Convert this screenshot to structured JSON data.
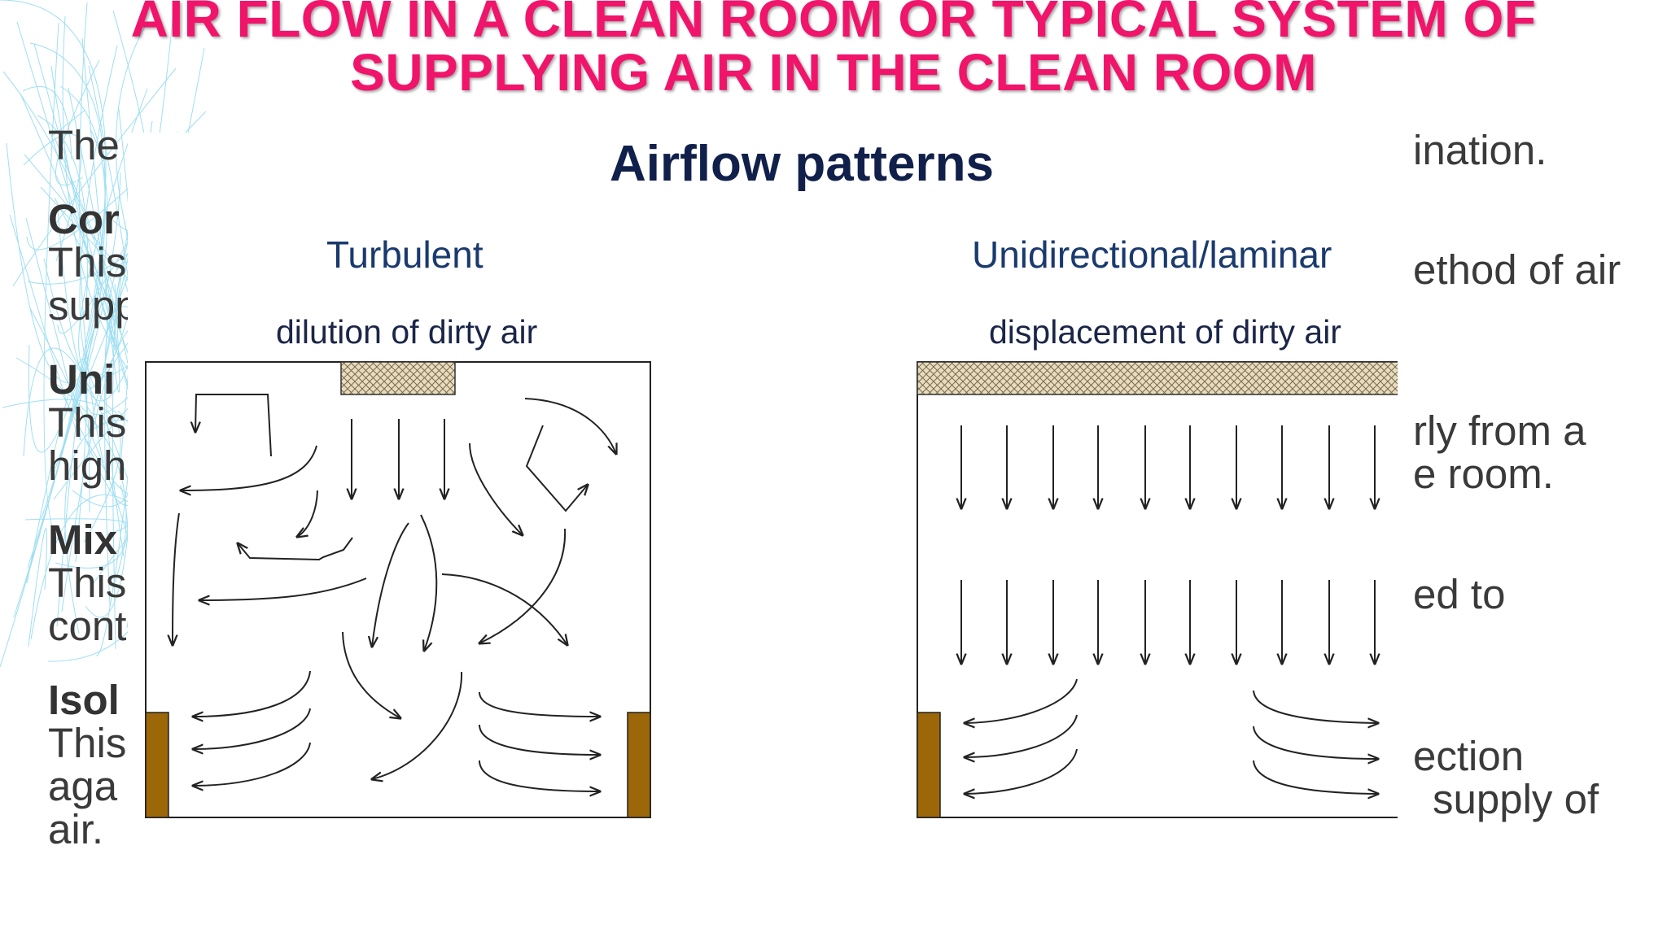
{
  "slide": {
    "title_line1": "AIR FLOW IN A CLEAN ROOM OR TYPICAL SYSTEM OF",
    "title_line2": "SUPPLYING AIR IN THE CLEAN ROOM",
    "colors": {
      "title": "#f0156a",
      "body_text": "#3a3a3a",
      "cyan_lines": "#7fd4ee"
    }
  },
  "body": {
    "p1": "The",
    "p2_head": "Cor",
    "p2_l1": "This",
    "p2_l2": "supp",
    "p3_head": "Uni",
    "p3_l1": "This",
    "p3_l2": "high",
    "p4_head": "Mix",
    "p4_l1": "This",
    "p4_l2": "cont",
    "p5_head": "Isol",
    "p5_l1": "This",
    "p5_l2": "aga",
    "p5_l3": "air.",
    "right": {
      "r1": "ination.",
      "r2": "ethod of air",
      "r3": "rly from a",
      "r4": "e room.",
      "r5": "ed to",
      "r6": "ection",
      "r7": "supply of"
    }
  },
  "figure": {
    "title": "Airflow patterns",
    "left": {
      "label": "Turbulent",
      "sublabel": "dilution of dirty air"
    },
    "right": {
      "label": "Unidirectional/laminar",
      "sublabel": "displacement of dirty air"
    },
    "colors": {
      "wall_panel": "#9b6708",
      "filter": "#e8dcc0",
      "arrow": "#222222",
      "heading": "#10204a",
      "label": "#1a3a6e"
    },
    "icons": [
      "hepa-filter-hatch",
      "floor-return-grille"
    ]
  }
}
